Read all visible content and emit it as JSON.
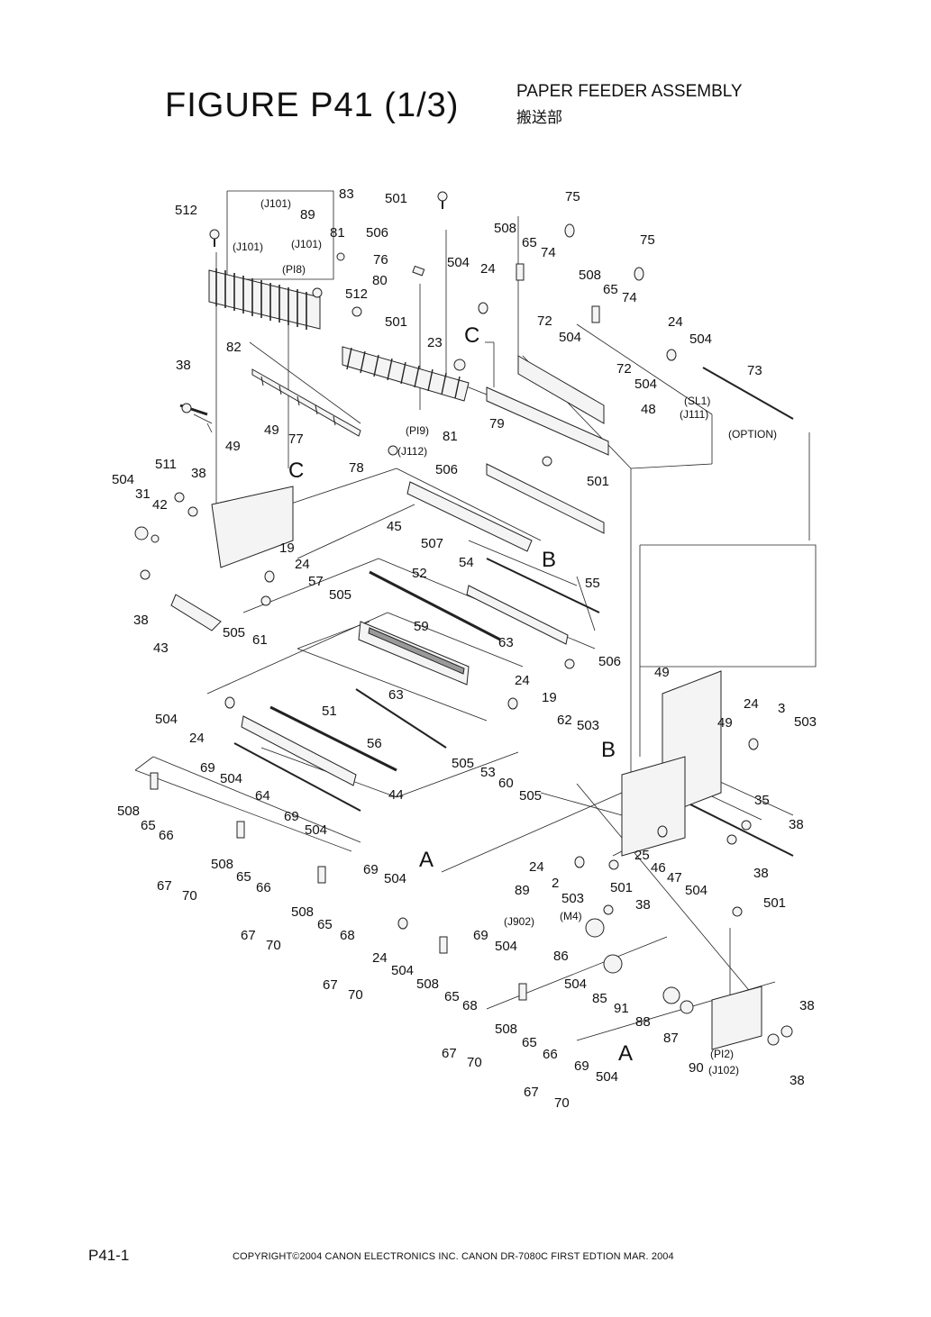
{
  "header": {
    "title": "FIGURE    P41 (1/3)",
    "subtitle": "PAPER FEEDER ASSEMBLY",
    "subtitle_jp": "搬送部"
  },
  "footer": {
    "page": "P41-1",
    "copyright": "COPYRIGHT©2004 CANON ELECTRONICS INC.   CANON  DR-7080C  FIRST EDTION  MAR.  2004"
  },
  "callouts": [
    {
      "id": "c1",
      "text": "83"
    },
    {
      "id": "c2",
      "text": "(J101)"
    },
    {
      "id": "c3",
      "text": "89"
    },
    {
      "id": "c4",
      "text": "512"
    },
    {
      "id": "c5",
      "text": "(J101)"
    },
    {
      "id": "c6",
      "text": "(J101)"
    },
    {
      "id": "c7",
      "text": "81"
    },
    {
      "id": "c8",
      "text": "506"
    },
    {
      "id": "c9",
      "text": "(PI8)"
    },
    {
      "id": "c10",
      "text": "512"
    },
    {
      "id": "c11",
      "text": "82"
    },
    {
      "id": "c12",
      "text": "501"
    },
    {
      "id": "c13",
      "text": "76"
    },
    {
      "id": "c14",
      "text": "80"
    },
    {
      "id": "c15",
      "text": "501"
    },
    {
      "id": "c16",
      "text": "75"
    },
    {
      "id": "c17",
      "text": "508"
    },
    {
      "id": "c18",
      "text": "65"
    },
    {
      "id": "c19",
      "text": "74"
    },
    {
      "id": "c20",
      "text": "504"
    },
    {
      "id": "c21",
      "text": "24"
    },
    {
      "id": "c22",
      "text": "75"
    },
    {
      "id": "c23",
      "text": "508"
    },
    {
      "id": "c24",
      "text": "65"
    },
    {
      "id": "c25",
      "text": "74"
    },
    {
      "id": "c26",
      "text": "72"
    },
    {
      "id": "c27",
      "text": "504"
    },
    {
      "id": "c28",
      "text": "C"
    },
    {
      "id": "c29",
      "text": "23"
    },
    {
      "id": "c30",
      "text": "24"
    },
    {
      "id": "c31",
      "text": "504"
    },
    {
      "id": "c32",
      "text": "72"
    },
    {
      "id": "c33",
      "text": "504"
    },
    {
      "id": "c34",
      "text": "73"
    },
    {
      "id": "c35",
      "text": "38"
    },
    {
      "id": "c36",
      "text": "(SL1)"
    },
    {
      "id": "c37",
      "text": "(J111)"
    },
    {
      "id": "c38",
      "text": "48"
    },
    {
      "id": "c39",
      "text": "(OPTION)"
    },
    {
      "id": "c40",
      "text": "79"
    },
    {
      "id": "c41",
      "text": "49"
    },
    {
      "id": "c42",
      "text": "77"
    },
    {
      "id": "c43",
      "text": "(PI9)"
    },
    {
      "id": "c44",
      "text": "81"
    },
    {
      "id": "c45",
      "text": "49"
    },
    {
      "id": "c46",
      "text": "(J112)"
    },
    {
      "id": "c47",
      "text": "78"
    },
    {
      "id": "c48",
      "text": "506"
    },
    {
      "id": "c49",
      "text": "511"
    },
    {
      "id": "c50",
      "text": "38"
    },
    {
      "id": "c51",
      "text": "C"
    },
    {
      "id": "c52",
      "text": "501"
    },
    {
      "id": "c53",
      "text": "504"
    },
    {
      "id": "c54",
      "text": "31"
    },
    {
      "id": "c55",
      "text": "42"
    },
    {
      "id": "c56",
      "text": "45"
    },
    {
      "id": "c57",
      "text": "507"
    },
    {
      "id": "c58",
      "text": "19"
    },
    {
      "id": "c59",
      "text": "54"
    },
    {
      "id": "c60",
      "text": "B"
    },
    {
      "id": "c61",
      "text": "24"
    },
    {
      "id": "c62",
      "text": "57"
    },
    {
      "id": "c63",
      "text": "52"
    },
    {
      "id": "c64",
      "text": "55"
    },
    {
      "id": "c65",
      "text": "505"
    },
    {
      "id": "c66",
      "text": "38"
    },
    {
      "id": "c67",
      "text": "505"
    },
    {
      "id": "c68",
      "text": "61"
    },
    {
      "id": "c69",
      "text": "59"
    },
    {
      "id": "c70",
      "text": "43"
    },
    {
      "id": "c71",
      "text": "63"
    },
    {
      "id": "c72",
      "text": "506"
    },
    {
      "id": "c73",
      "text": "49"
    },
    {
      "id": "c74",
      "text": "24"
    },
    {
      "id": "c75",
      "text": "63"
    },
    {
      "id": "c76",
      "text": "19"
    },
    {
      "id": "c77",
      "text": "504"
    },
    {
      "id": "c78",
      "text": "51"
    },
    {
      "id": "c79",
      "text": "62"
    },
    {
      "id": "c80",
      "text": "503"
    },
    {
      "id": "c81",
      "text": "24"
    },
    {
      "id": "c82",
      "text": "3"
    },
    {
      "id": "c83",
      "text": "49"
    },
    {
      "id": "c84",
      "text": "503"
    },
    {
      "id": "c85",
      "text": "24"
    },
    {
      "id": "c86",
      "text": "56"
    },
    {
      "id": "c87",
      "text": "B"
    },
    {
      "id": "c88",
      "text": "505"
    },
    {
      "id": "c89",
      "text": "53"
    },
    {
      "id": "c90",
      "text": "60"
    },
    {
      "id": "c91",
      "text": "69"
    },
    {
      "id": "c92",
      "text": "504"
    },
    {
      "id": "c93",
      "text": "505"
    },
    {
      "id": "c94",
      "text": "64"
    },
    {
      "id": "c95",
      "text": "44"
    },
    {
      "id": "c96",
      "text": "35"
    },
    {
      "id": "c97",
      "text": "508"
    },
    {
      "id": "c98",
      "text": "65"
    },
    {
      "id": "c99",
      "text": "66"
    },
    {
      "id": "c100",
      "text": "69"
    },
    {
      "id": "c101",
      "text": "504"
    },
    {
      "id": "c102",
      "text": "38"
    },
    {
      "id": "c103",
      "text": "A"
    },
    {
      "id": "c104",
      "text": "508"
    },
    {
      "id": "c105",
      "text": "65"
    },
    {
      "id": "c106",
      "text": "66"
    },
    {
      "id": "c107",
      "text": "25"
    },
    {
      "id": "c108",
      "text": "24"
    },
    {
      "id": "c109",
      "text": "46"
    },
    {
      "id": "c110",
      "text": "47"
    },
    {
      "id": "c111",
      "text": "38"
    },
    {
      "id": "c112",
      "text": "69"
    },
    {
      "id": "c113",
      "text": "504"
    },
    {
      "id": "c114",
      "text": "2"
    },
    {
      "id": "c115",
      "text": "501"
    },
    {
      "id": "c116",
      "text": "504"
    },
    {
      "id": "c117",
      "text": "67"
    },
    {
      "id": "c118",
      "text": "70"
    },
    {
      "id": "c119",
      "text": "89"
    },
    {
      "id": "c120",
      "text": "503"
    },
    {
      "id": "c121",
      "text": "38"
    },
    {
      "id": "c122",
      "text": "501"
    },
    {
      "id": "c123",
      "text": "508"
    },
    {
      "id": "c124",
      "text": "65"
    },
    {
      "id": "c125",
      "text": "(M4)"
    },
    {
      "id": "c126",
      "text": "(J902)"
    },
    {
      "id": "c127",
      "text": "68"
    },
    {
      "id": "c128",
      "text": "67"
    },
    {
      "id": "c129",
      "text": "70"
    },
    {
      "id": "c130",
      "text": "69"
    },
    {
      "id": "c131",
      "text": "504"
    },
    {
      "id": "c132",
      "text": "86"
    },
    {
      "id": "c133",
      "text": "24"
    },
    {
      "id": "c134",
      "text": "504"
    },
    {
      "id": "c135",
      "text": "504"
    },
    {
      "id": "c136",
      "text": "508"
    },
    {
      "id": "c137",
      "text": "65"
    },
    {
      "id": "c138",
      "text": "85"
    },
    {
      "id": "c139",
      "text": "91"
    },
    {
      "id": "c140",
      "text": "67"
    },
    {
      "id": "c141",
      "text": "70"
    },
    {
      "id": "c142",
      "text": "68"
    },
    {
      "id": "c143",
      "text": "88"
    },
    {
      "id": "c144",
      "text": "38"
    },
    {
      "id": "c145",
      "text": "508"
    },
    {
      "id": "c146",
      "text": "65"
    },
    {
      "id": "c147",
      "text": "87"
    },
    {
      "id": "c148",
      "text": "66"
    },
    {
      "id": "c149",
      "text": "A"
    },
    {
      "id": "c150",
      "text": "67"
    },
    {
      "id": "c151",
      "text": "69"
    },
    {
      "id": "c152",
      "text": "504"
    },
    {
      "id": "c153",
      "text": "(PI2)"
    },
    {
      "id": "c154",
      "text": "90"
    },
    {
      "id": "c155",
      "text": "(J102)"
    },
    {
      "id": "c156",
      "text": "38"
    },
    {
      "id": "c157",
      "text": "70"
    },
    {
      "id": "c158",
      "text": "67"
    },
    {
      "id": "c159",
      "text": "70"
    }
  ]
}
